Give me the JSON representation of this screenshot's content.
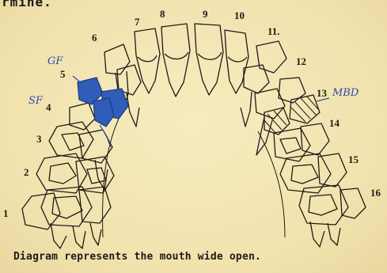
{
  "header_fragment": "rmine.",
  "caption": "Diagram represents the mouth wide open.",
  "tooth_numbers": [
    "1",
    "2",
    "3",
    "4",
    "5",
    "6",
    "7",
    "8",
    "9",
    "10",
    "11.",
    "12",
    "13",
    "14",
    "15",
    "16"
  ],
  "annotations": {
    "gf": "GF",
    "sf": "SF",
    "mbd": "MBD"
  },
  "colors": {
    "paper": "#f3e6b4",
    "ink": "#1f1b17",
    "filled": "#2f5db8",
    "handwriting": "#2f4aa8"
  }
}
